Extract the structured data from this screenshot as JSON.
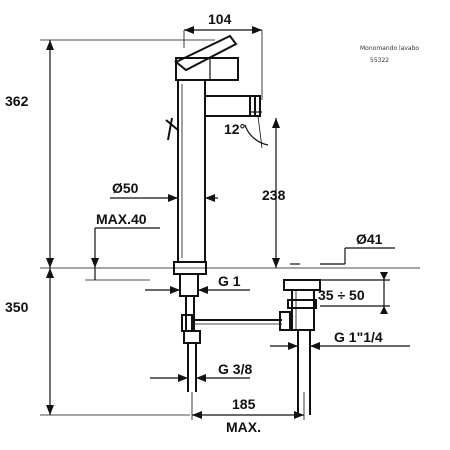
{
  "header": {
    "title": "Monomando lavabo",
    "code": "55322"
  },
  "dimensions": {
    "top_width": "104",
    "total_height": "362",
    "angle": "12°",
    "diameter_body": "Ø50",
    "spout_height": "238",
    "max_thickness": "MAX.40",
    "diameter_drain": "Ø41",
    "thread_main": "G 1",
    "drain_range": "35 ÷ 50",
    "under_height": "350",
    "thread_drain": "G 1\"1/4",
    "thread_supply": "G 3/8",
    "distance": "185",
    "distance_max": "MAX."
  }
}
